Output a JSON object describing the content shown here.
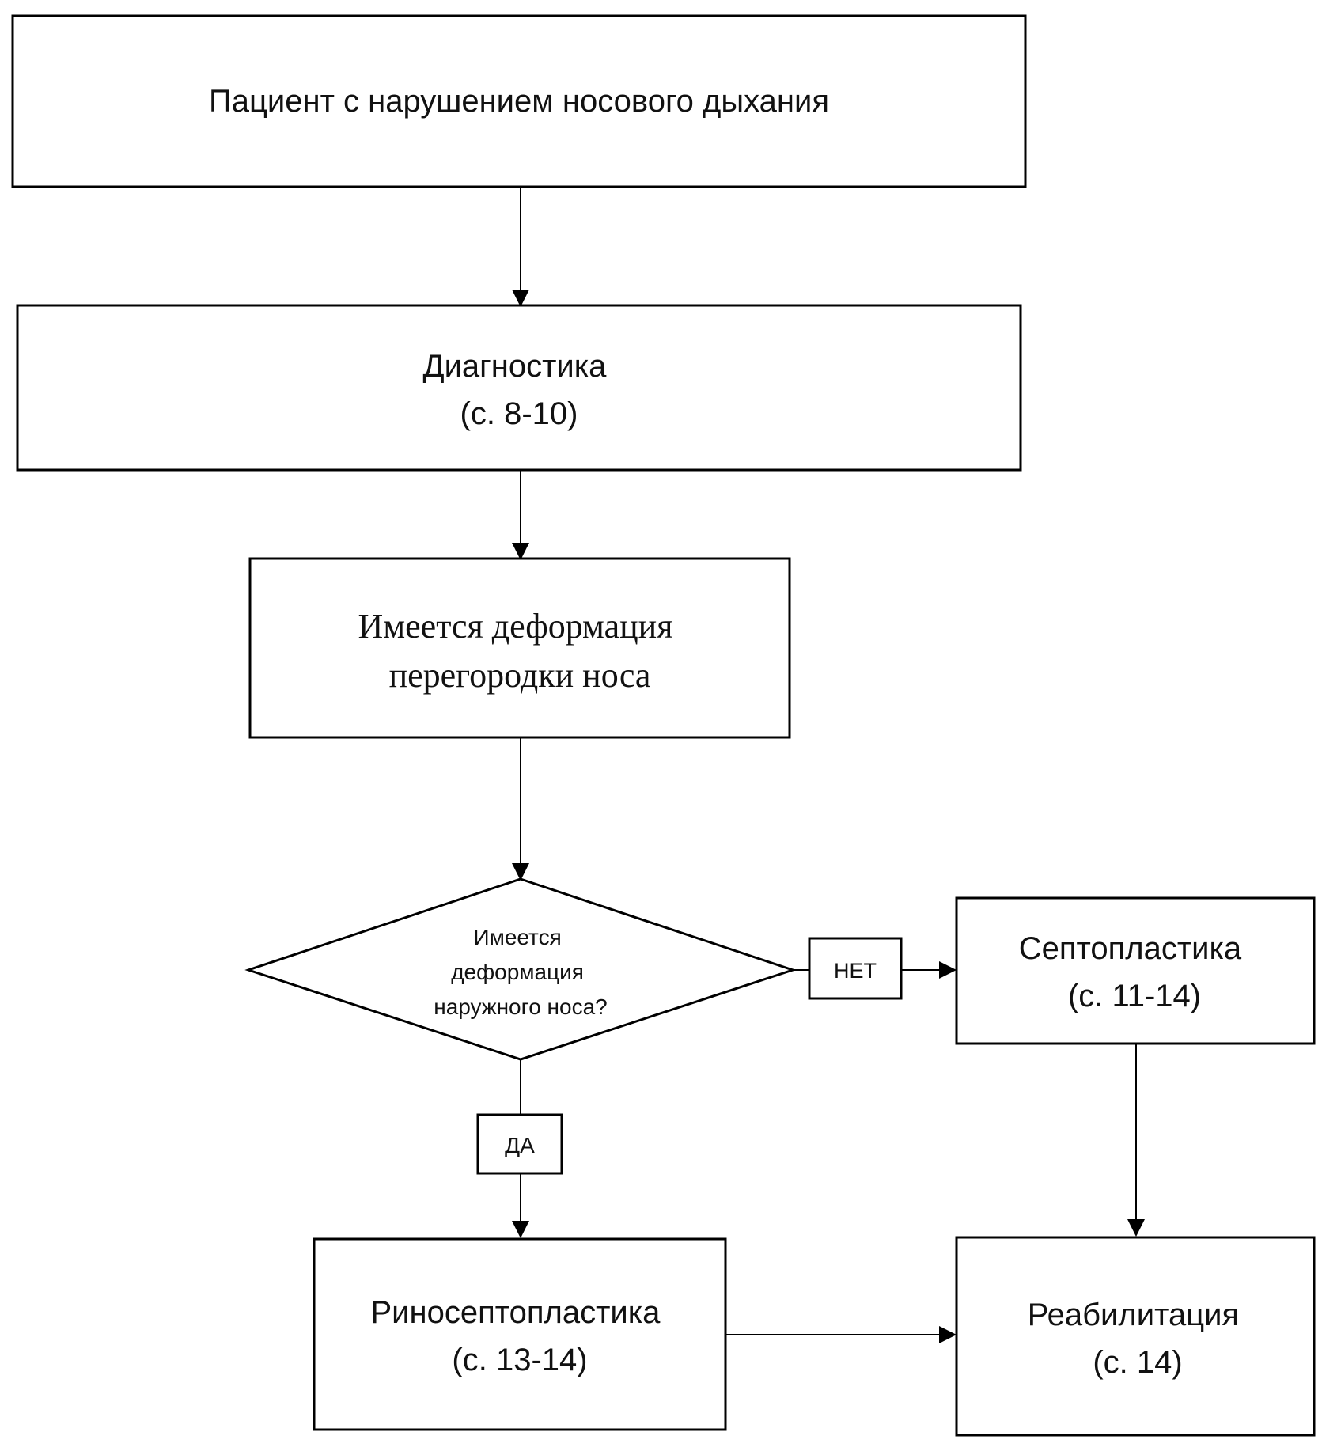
{
  "nodes": {
    "patient": {
      "lines": [
        "Пациент с нарушением носового дыхания"
      ]
    },
    "diagnostics": {
      "lines": [
        "Диагностика",
        "(с. 8-10)"
      ]
    },
    "septum_deformation": {
      "lines": [
        "Имеется деформация",
        "перегородки носа"
      ]
    },
    "decision": {
      "lines": [
        "Имеется",
        "деформация",
        "наружного носа?"
      ]
    },
    "septoplasty": {
      "lines": [
        "Септопластика",
        "(с. 11-14)"
      ]
    },
    "rhinoseptoplasty": {
      "lines": [
        "Риносептопластика",
        "(с. 13-14)"
      ]
    },
    "rehabilitation": {
      "lines": [
        "Реабилитация",
        "(с. 14)"
      ]
    }
  },
  "labels": {
    "no": "НЕТ",
    "yes": "ДА"
  }
}
